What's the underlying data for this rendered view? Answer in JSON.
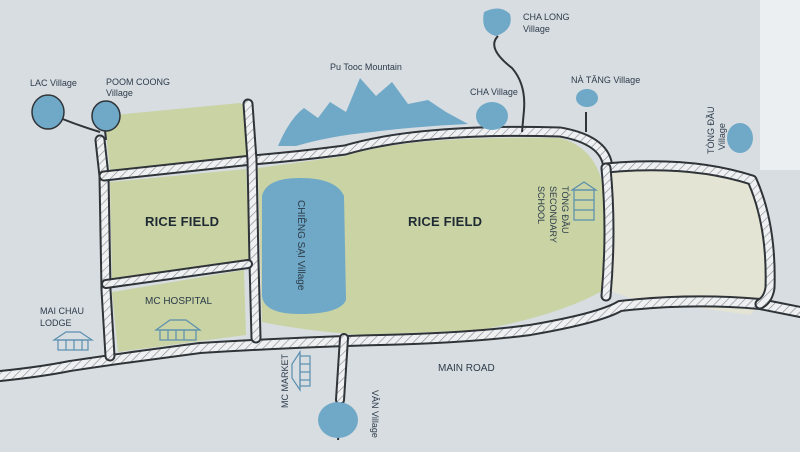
{
  "map": {
    "labels": {
      "lac_village": "LAC Village",
      "poom_coong_line1": "POOM COONG",
      "poom_coong_line2": "Village",
      "pu_tooc": "Pu Tooc Mountain",
      "cha_long_line1": "CHA LONG",
      "cha_long_line2": "Village",
      "cha_village": "CHA Village",
      "na_tang": "NÀ TĂNG Village",
      "tong_dau_line1": "TÒNG ĐẦU",
      "tong_dau_line2": "Village",
      "rice_field_left": "RICE FIELD",
      "rice_field_center": "RICE FIELD",
      "chieng_sai": "CHIỀNG SẠI Village",
      "school_line1": "TÒNG ĐẦU",
      "school_line2": "SECONDARY",
      "school_line3": "SCHOOL",
      "mc_hospital": "MC HOSPITAL",
      "mai_chau_line1": "MAI CHAU",
      "mai_chau_line2": "LODGE",
      "mc_market": "MC MARKET",
      "main_road": "MAIN ROAD",
      "van_village": "VÂN Village"
    },
    "colors": {
      "paper": "#d8dde2",
      "field": "#c9d3a4",
      "field_light": "#d9ddc4",
      "water": "#6fa9c7",
      "road_outline": "#2f3439",
      "road_fill": "#eef0f1",
      "text": "#2d3b49"
    },
    "icons": [
      "building-icon"
    ]
  }
}
